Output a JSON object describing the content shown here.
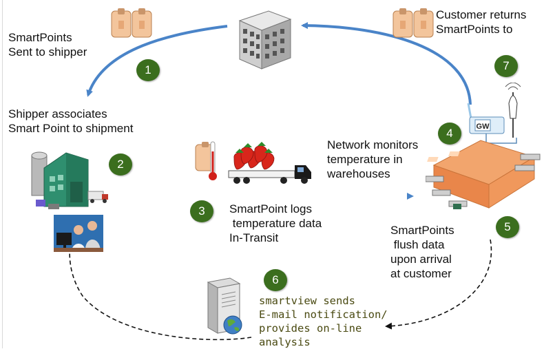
{
  "labels": {
    "sent_to_shipper": "SmartPoints\nSent to shipper",
    "customer_returns": "Customer returns\nSmartPoints to",
    "shipper_associates": "Shipper associates\nSmart Point to shipment",
    "network_monitors": "Network monitors\ntemperature in\nwarehouses",
    "logs_in_transit": "SmartPoint logs\n temperature data\nIn-Transit",
    "flush_data": "SmartPoints\n flush data\nupon arrival\nat customer",
    "smartview": "smartview sends\nE-mail notification/\nprovides on-line\nanalysis",
    "gateway": "GW"
  },
  "steps": [
    "1",
    "2",
    "3",
    "4",
    "5",
    "6",
    "7"
  ],
  "colors": {
    "arrow_blue": "#4a84c8",
    "badge_green": "#3b6e1e",
    "mono_text": "#4a4a12"
  }
}
